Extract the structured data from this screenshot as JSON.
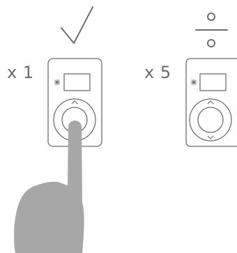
{
  "panels": [
    {
      "count_label": "x 1",
      "status_symbol": "checkmark"
    },
    {
      "count_label": "x 5",
      "status_symbol": "division-sign"
    }
  ],
  "colors": {
    "stroke": "#6e6e6e",
    "hand": "#a7a7a7",
    "background": "#ffffff"
  },
  "icons": [
    "checkmark-icon",
    "division-icon",
    "light-burst-icon",
    "press-hand-icon"
  ]
}
